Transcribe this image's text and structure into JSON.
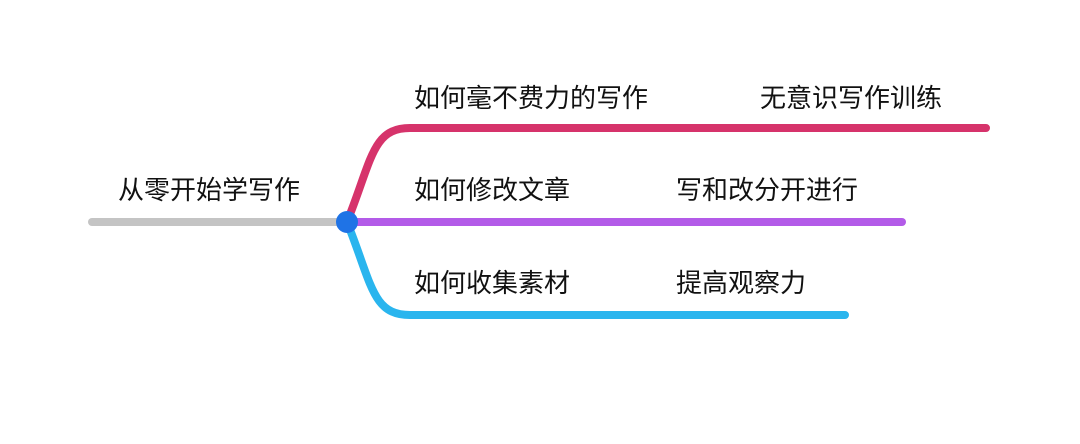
{
  "root": {
    "label": "从零开始学写作",
    "line_color": "#c4c4c4",
    "node_color": "#1f73e6"
  },
  "branches": [
    {
      "label": "如何毫不费力的写作",
      "leaf": "无意识写作训练",
      "color": "#d6336b"
    },
    {
      "label": "如何修改文章",
      "leaf": "写和改分开进行",
      "color": "#b35be8"
    },
    {
      "label": "如何收集素材",
      "leaf": "提高观察力",
      "color": "#2ab5ee"
    }
  ]
}
